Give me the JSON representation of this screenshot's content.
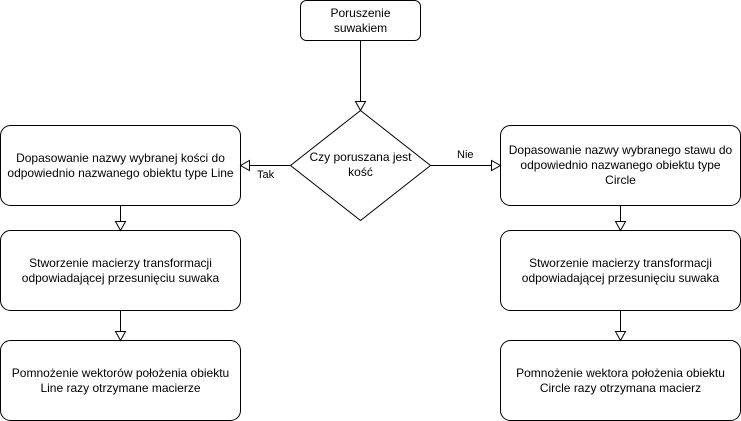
{
  "diagram": {
    "start": "Poruszenie suwakiem",
    "decision": "Czy poruszana jest\nkość",
    "edge_yes": "Tak",
    "edge_no": "Nie",
    "left": {
      "step1": "Dopasowanie nazwy wybranej kości do\nodpowiednio nazwanego obiektu type Line",
      "step2": "Stworzenie macierzy transformacji\nodpowiadającej przesunięciu suwaka",
      "step3": "Pomnożenie wektorów położenia obiektu\nLine razy otrzymane macierze"
    },
    "right": {
      "step1": "Dopasowanie nazwy wybranego stawu do\nodpowiednio nazwanego obiektu type Circle",
      "step2": "Stworzenie macierzy transformacji\nodpowiadającej przesunięciu suwaka",
      "step3": "Pomnożenie wektora położenia obiektu\nCircle razy otrzymana macierz"
    }
  }
}
